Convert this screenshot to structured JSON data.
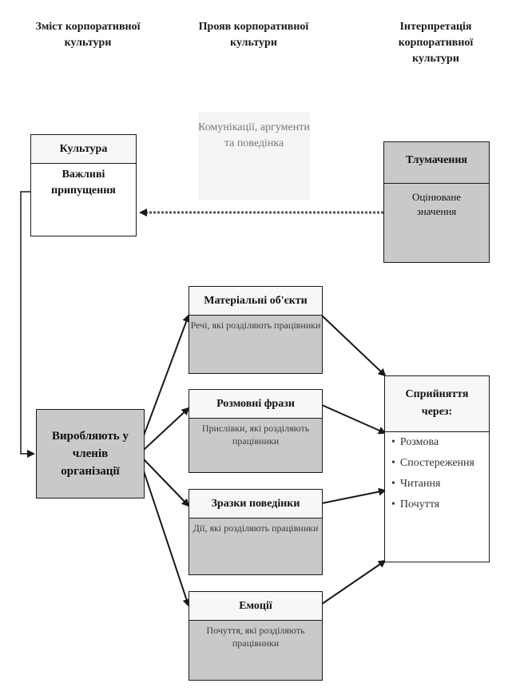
{
  "columns": [
    "Зміст корпоративної культури",
    "Прояв корпоративної культури",
    "Інтерпретація корпоративної культури"
  ],
  "communication_note": "Комунікації, аргументи та поведінка",
  "culture_box": {
    "title": "Культура",
    "body": "Важливі припущення"
  },
  "interpretation_box": {
    "title": "Тлумачення",
    "body": "Оцінюване значення"
  },
  "producers_box": {
    "label": "Виробляють у членів організації"
  },
  "manifestations": [
    {
      "title": "Матеріальні об'єкти",
      "desc": "Речі, які розділяють працівники"
    },
    {
      "title": "Розмовні фрази",
      "desc": "Прислівки, які розділяють працівники"
    },
    {
      "title": "Зразки поведінки",
      "desc": "Дії, які розділяють працівники"
    },
    {
      "title": "Емоції",
      "desc": "Почуття, які розділяють працівники"
    }
  ],
  "perception_box": {
    "title": "Сприйняття через:",
    "items": [
      "Розмова",
      "Спостереження",
      "Читання",
      "Почуття"
    ]
  },
  "colors": {
    "gray_box": "#c9c9c9",
    "line": "#1a1a1a"
  }
}
